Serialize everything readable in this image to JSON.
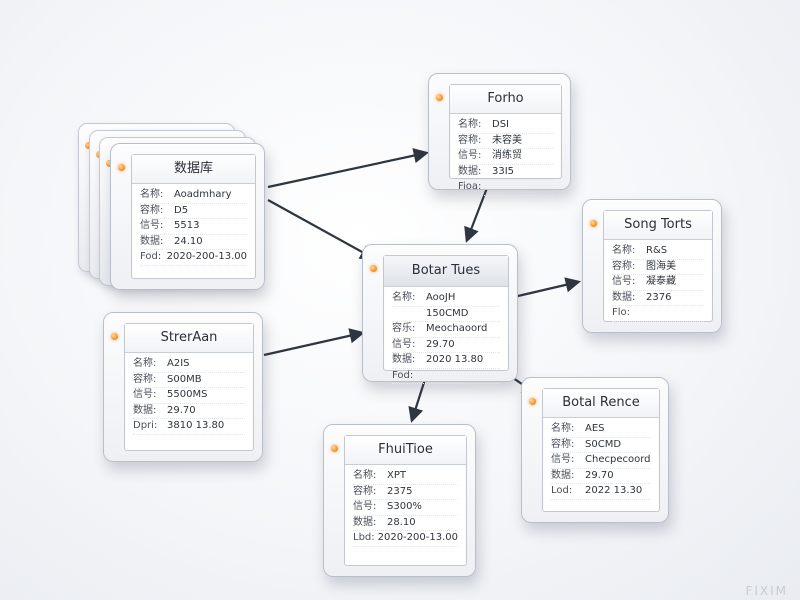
{
  "nodes": [
    {
      "id": "n0",
      "title": "数据库",
      "stacked": true,
      "rows": [
        {
          "k": "名称:",
          "v": "Aoadmhary"
        },
        {
          "k": "容称:",
          "v": "D5"
        },
        {
          "k": "信号:",
          "v": "5513"
        },
        {
          "k": "数据:",
          "v": "24.10"
        },
        {
          "k": "Fod:",
          "v": "2020-200-13.00"
        }
      ]
    },
    {
      "id": "n1",
      "title": "Forho",
      "rows": [
        {
          "k": "名称:",
          "v": "DSI"
        },
        {
          "k": "容称:",
          "v": "未容美"
        },
        {
          "k": "信号:",
          "v": "消练贸"
        },
        {
          "k": "数据:",
          "v": "33I5"
        },
        {
          "k": "Fioa:",
          "v": ""
        }
      ]
    },
    {
      "id": "n2",
      "title": "Botar Tues",
      "rows": [
        {
          "k": "名称:",
          "v": "AooJH"
        },
        {
          "k": "",
          "v": "150CMD"
        },
        {
          "k": "容乐:",
          "v": "Meochaoord"
        },
        {
          "k": "信号:",
          "v": "29.70"
        },
        {
          "k": "数据:",
          "v": "2020 13.80"
        },
        {
          "k": "Fod:",
          "v": ""
        }
      ]
    },
    {
      "id": "n3",
      "title": "Song Torts",
      "rows": [
        {
          "k": "名称:",
          "v": "R&S"
        },
        {
          "k": "容称:",
          "v": "图海美"
        },
        {
          "k": "信号:",
          "v": "凝泰藏"
        },
        {
          "k": "数据:",
          "v": "2376"
        },
        {
          "k": "Flo:",
          "v": ""
        }
      ]
    },
    {
      "id": "n4",
      "title": "StrerAan",
      "rows": [
        {
          "k": "名称:",
          "v": "A2IS"
        },
        {
          "k": "容称:",
          "v": "S00MB"
        },
        {
          "k": "信号:",
          "v": "5500MS"
        },
        {
          "k": "数据:",
          "v": "29.70"
        },
        {
          "k": "Dpri:",
          "v": "3810 13.80"
        }
      ]
    },
    {
      "id": "n5",
      "title": "FhuiTioe",
      "rows": [
        {
          "k": "名称:",
          "v": "XPT"
        },
        {
          "k": "容称:",
          "v": "2375"
        },
        {
          "k": "信号:",
          "v": "S300%"
        },
        {
          "k": "数据:",
          "v": "28.10"
        },
        {
          "k": "Lbd:",
          "v": "2020-200-13.00"
        }
      ]
    },
    {
      "id": "n6",
      "title": "Botal Rence",
      "rows": [
        {
          "k": "名称:",
          "v": "AES"
        },
        {
          "k": "容称:",
          "v": "S0CMD"
        },
        {
          "k": "信号:",
          "v": "Checpecoord"
        },
        {
          "k": "数据:",
          "v": "29.70"
        },
        {
          "k": "Lod:",
          "v": "2022 13.30"
        }
      ]
    }
  ],
  "edges": [
    {
      "from": "n0",
      "to": "n1"
    },
    {
      "from": "n0",
      "to": "n2"
    },
    {
      "from": "n1",
      "to": "n2"
    },
    {
      "from": "n2",
      "to": "n3"
    },
    {
      "from": "n4",
      "to": "n2"
    },
    {
      "from": "n2",
      "to": "n5"
    },
    {
      "from": "n2",
      "to": "n6"
    }
  ],
  "colors": {
    "led": "#f08a1c",
    "arrow": "#2f3640",
    "card_border": "#b9bfca"
  },
  "watermark": "FIXIM"
}
